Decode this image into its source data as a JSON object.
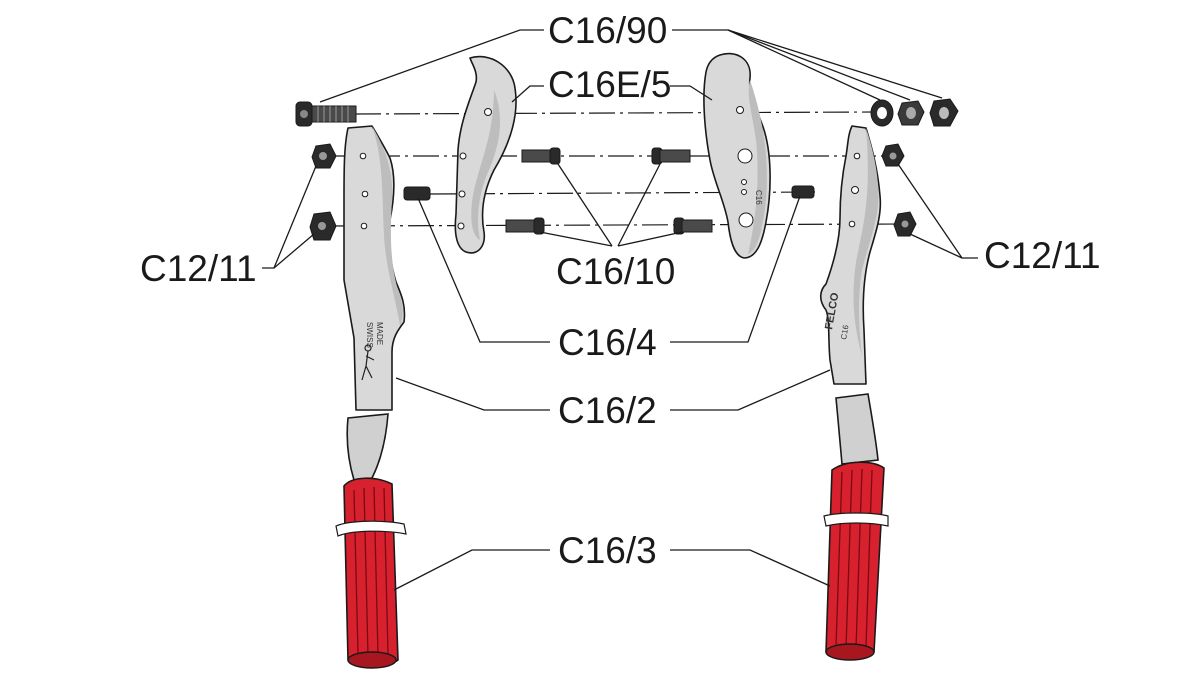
{
  "labels": {
    "c16_90": "C16/90",
    "c16e_5": "C16E/5",
    "c12_11_left": "C12/11",
    "c12_11_right": "C12/11",
    "c16_10": "C16/10",
    "c16_4": "C16/4",
    "c16_2": "C16/2",
    "c16_3": "C16/3"
  },
  "engravings": {
    "swiss": "SWISS",
    "made": "MADE",
    "brand": "FELCO",
    "model": "C16"
  },
  "colors": {
    "grip": "#d8212e",
    "steel": "#d9d9d9",
    "line": "#1a1a1a"
  }
}
